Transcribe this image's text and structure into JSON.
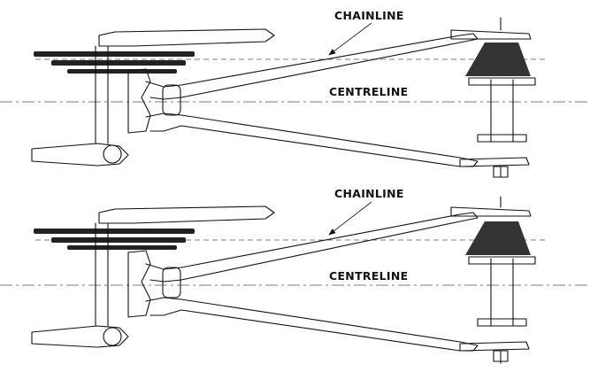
{
  "labels": {
    "top_chainline": "CHAINLINE",
    "top_centreline": "CENTRELINE",
    "bottom_chainline": "CHAINLINE",
    "bottom_centreline": "CENTRELINE"
  },
  "colors": {
    "ink": "#111111",
    "paper": "#ffffff"
  }
}
